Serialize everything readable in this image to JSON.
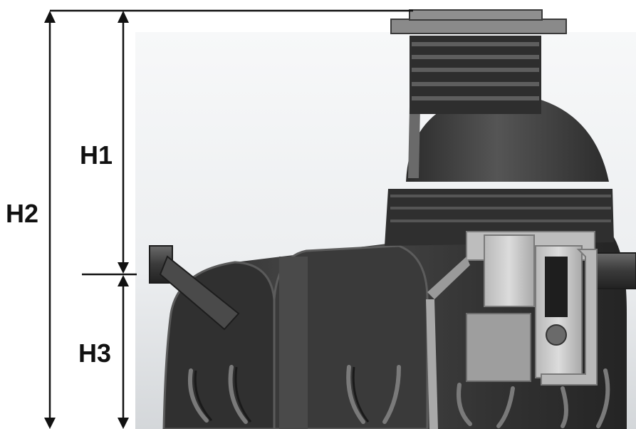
{
  "dimensions": {
    "h1": "H1",
    "h2": "H2",
    "h3": "H3"
  },
  "colors": {
    "background_light": "#f4f5f6",
    "background_dark": "#d6d8da",
    "tank_body": "#3c3c3c",
    "tank_dark": "#232323",
    "tank_highlight": "#5a5a5a",
    "internals_light": "#c8c8c8",
    "lid": "#8a8a8a",
    "dimension_lines": "#111111"
  }
}
